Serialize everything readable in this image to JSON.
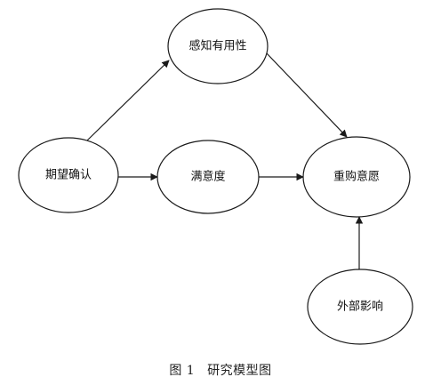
{
  "nodes": {
    "perceived_usefulness": "感知有用性",
    "expectation_confirmation": "期望确认",
    "satisfaction": "满意度",
    "repurchase_intention": "重购意愿",
    "external_influence": "外部影响"
  },
  "caption": {
    "figure_number": "图 1",
    "title": "研究模型图"
  },
  "colors": {
    "stroke": "#1a1a1a",
    "background": "#ffffff"
  }
}
